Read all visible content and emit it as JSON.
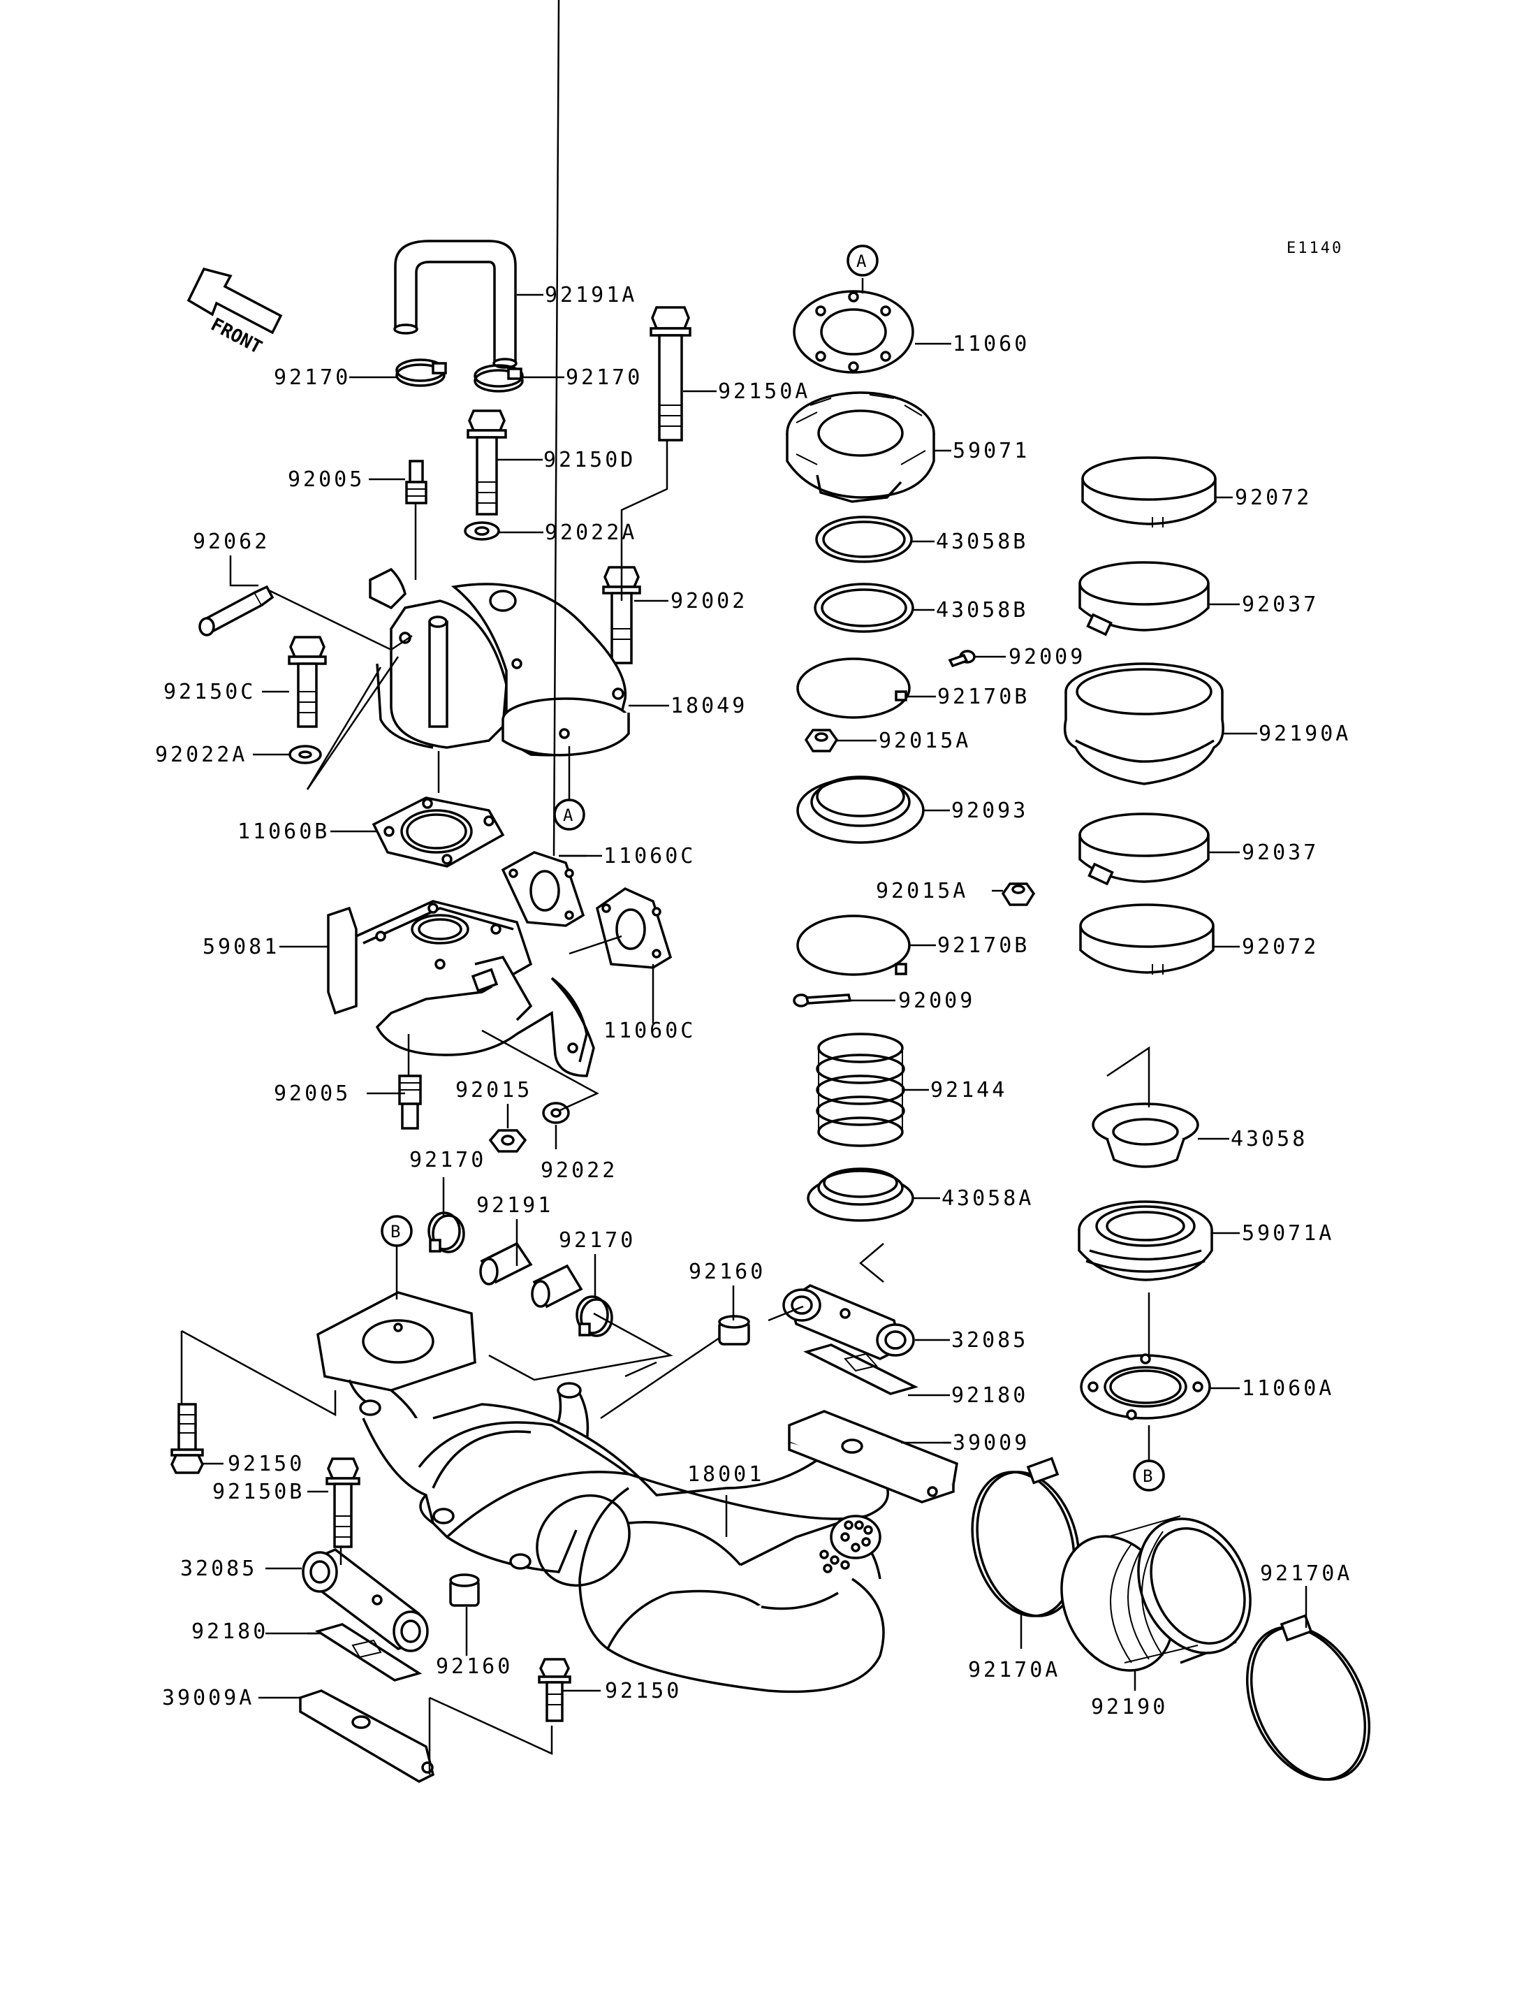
{
  "diagram": {
    "code": "E1140",
    "front_label": "FRONT",
    "callouts": {
      "A": "A",
      "B": "B"
    },
    "labels": {
      "p92191A": "92191A",
      "p92170_tl": "92170",
      "p92170_tr": "92170",
      "p92150A": "92150A",
      "p92150D": "92150D",
      "p92005_t": "92005",
      "p92022A_t": "92022A",
      "p92062": "92062",
      "p92002": "92002",
      "p92150C": "92150C",
      "p18049": "18049",
      "p92022A_l": "92022A",
      "p11060B": "11060B",
      "p11060C_t": "11060C",
      "p59081": "59081",
      "p11060C_b": "11060C",
      "p92005_b": "92005",
      "p92015": "92015",
      "p92022": "92022",
      "p92170_m1": "92170",
      "p92191": "92191",
      "p92170_m2": "92170",
      "p92160_t": "92160",
      "p32085_r": "32085",
      "p92180_r": "92180",
      "p39009": "39009",
      "p18001": "18001",
      "p92150_l": "92150",
      "p92150B": "92150B",
      "p32085_l": "32085",
      "p92180_l": "92180",
      "p92160_b": "92160",
      "p39009A": "39009A",
      "p92150_b": "92150",
      "p11060": "11060",
      "p59071": "59071",
      "p43058B_1": "43058B",
      "p43058B_2": "43058B",
      "p92009_t": "92009",
      "p92170B_t": "92170B",
      "p92015A_t": "92015A",
      "p92093": "92093",
      "p92015A_b": "92015A",
      "p92170B_b": "92170B",
      "p92009_b": "92009",
      "p92144": "92144",
      "p43058A": "43058A",
      "p92072_t": "92072",
      "p92037_t": "92037",
      "p92190A": "92190A",
      "p92037_b": "92037",
      "p92072_b": "92072",
      "p43058": "43058",
      "p59071A": "59071A",
      "p11060A": "11060A",
      "p92170A_r": "92170A",
      "p92170A_l": "92170A",
      "p92190": "92190"
    }
  }
}
